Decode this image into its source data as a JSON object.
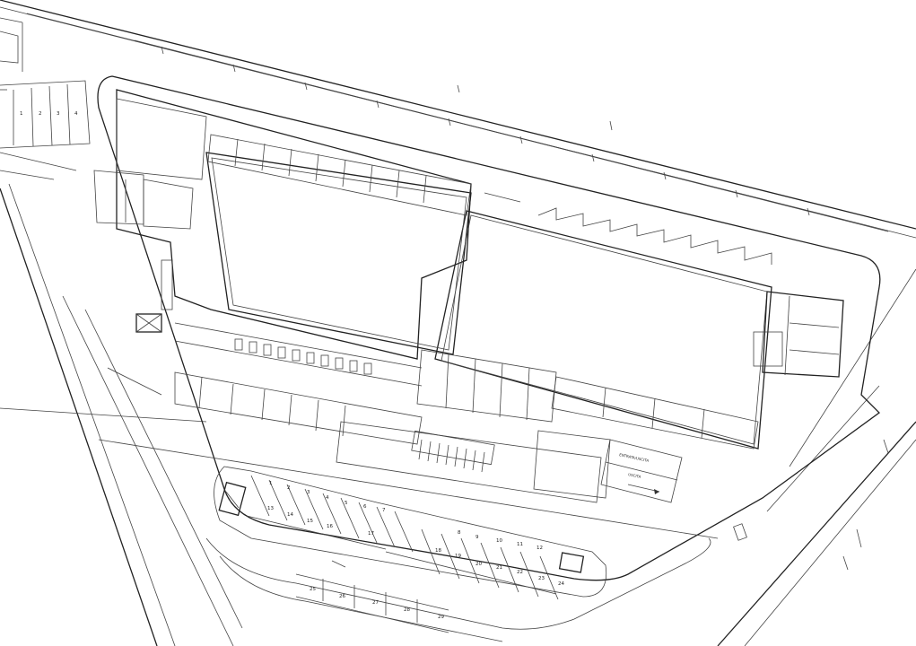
{
  "labels": {
    "entrance": "ENTRATA/USCITA",
    "exit": "USCITA"
  },
  "parking": {
    "upper_left_row": [
      "13",
      "14",
      "15",
      "16",
      "17"
    ],
    "upper_mid_row": [
      "1",
      "2",
      "3",
      "4",
      "5",
      "6",
      "7",
      "8",
      "9",
      "10",
      "11",
      "12"
    ],
    "lower_row": [
      "18",
      "19",
      "20",
      "21",
      "22",
      "23",
      "24"
    ],
    "bottom_row": [
      "25",
      "26",
      "27",
      "28",
      "29"
    ],
    "left_stalls": [
      "1",
      "2",
      "3",
      "4"
    ]
  }
}
